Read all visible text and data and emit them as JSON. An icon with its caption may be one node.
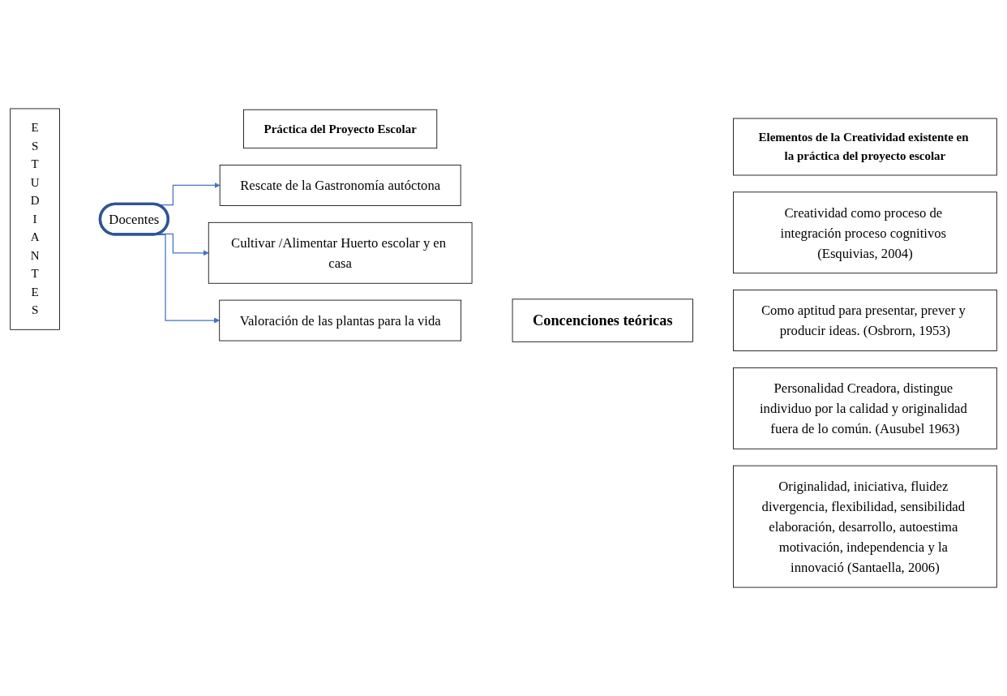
{
  "diagram": {
    "nodes": [
      {
        "text": [
          "Práctica del Proyecto Escolar"
        ]
      },
      {
        "text": [
          "Elementos de la Creatividad existente en la práctica del proyecto escolar"
        ]
      },
      {
        "text": [
          "ESTUDIANTES"
        ]
      },
      {
        "text": [
          "Docentes"
        ]
      },
      {
        "text": [
          "Rescate de la Gastronomía autóctona"
        ]
      },
      {
        "text": [
          "Cultivar /Alimentar Huerto escolar y en casa"
        ]
      },
      {
        "text": [
          "Valoración de las plantas para la vida"
        ]
      },
      {
        "text": [
          "Concenciones teóricas"
        ]
      },
      {
        "text": [
          "Creatividad como proceso de integración proceso cognitivos (Esquivias, 2004)"
        ]
      },
      {
        "text": [
          "Como aptitud para presentar, prever y producir ideas. (Osbrorn, 1953)"
        ]
      },
      {
        "text": [
          "Personalidad Creadora, distingue individuo por la calidad y originalidad fuera de lo común. (Ausubel 1963)"
        ]
      },
      {
        "text": [
          "Originalidad, iniciativa, fluidez divergencia, flexibilidad, sensibilidad elaboración, desarrollo, autoestima motivación, independencia y la innovació (Santaella, 2006)"
        ]
      }
    ],
    "edges": [
      {
        "from": 3,
        "to": 4,
        "arrow": "to"
      },
      {
        "from": 3,
        "to": 5,
        "arrow": "to"
      },
      {
        "from": 3,
        "to": 6,
        "arrow": "to"
      }
    ]
  }
}
